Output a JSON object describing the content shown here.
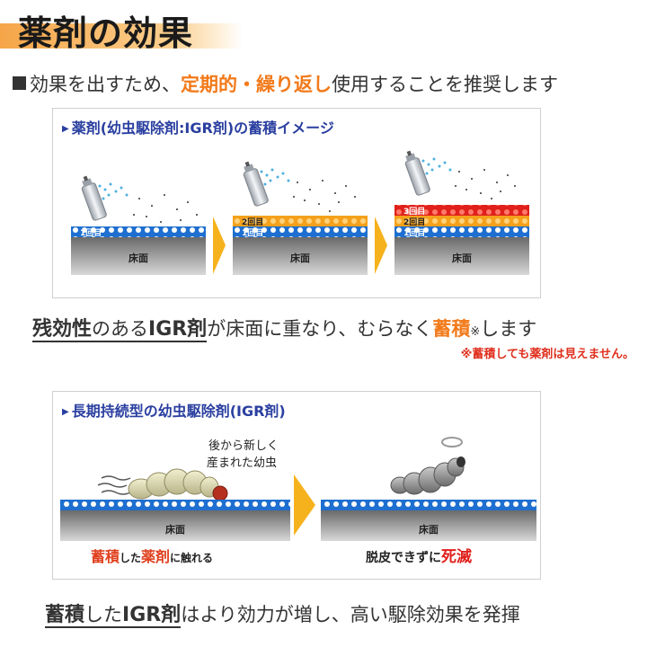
{
  "header": {
    "title": "薬剤の効果"
  },
  "intro": {
    "prefix": "効果を出すため、",
    "highlight": "定期的・繰り返し",
    "suffix": "使用することを推奨します"
  },
  "panel1": {
    "title": "薬剤(幼虫駆除剤:IGR剤)の蓄積イメージ",
    "floor_label": "床面",
    "layer_labels": [
      "1回目",
      "2回目",
      "3回目"
    ]
  },
  "caption1": {
    "part1": "残効性",
    "part2": "のある",
    "part3": "IGR剤",
    "part4": "が床面に重なり、むらなく",
    "part5": "蓄積",
    "part6": "※",
    "part7": "します"
  },
  "note": "※蓄積しても薬剤は見えません。",
  "panel2": {
    "title": "長期持続型の幼虫駆除剤(IGR剤)",
    "larva_label_line1": "後から新しく",
    "larva_label_line2": "産まれた幼虫",
    "floor_label": "床面",
    "left_caption_a": "蓄積",
    "left_caption_b": "した",
    "left_caption_c": "薬剤",
    "left_caption_d": "に触れる",
    "right_caption_a": "脱皮できずに",
    "right_caption_b": "死滅"
  },
  "caption2": {
    "part1": "蓄積",
    "part2": "した",
    "part3": "IGR剤",
    "part4": "はより効力が増し、高い駆除効果を発揮"
  },
  "colors": {
    "accent_orange": "#f27a1a",
    "title_blue": "#2a3fa0",
    "layer_blue": "#1e6fd0",
    "layer_orange": "#f5a11c",
    "layer_red": "#e0201b",
    "arrow_orange": "#f6b21c",
    "note_red": "#e0301e"
  }
}
